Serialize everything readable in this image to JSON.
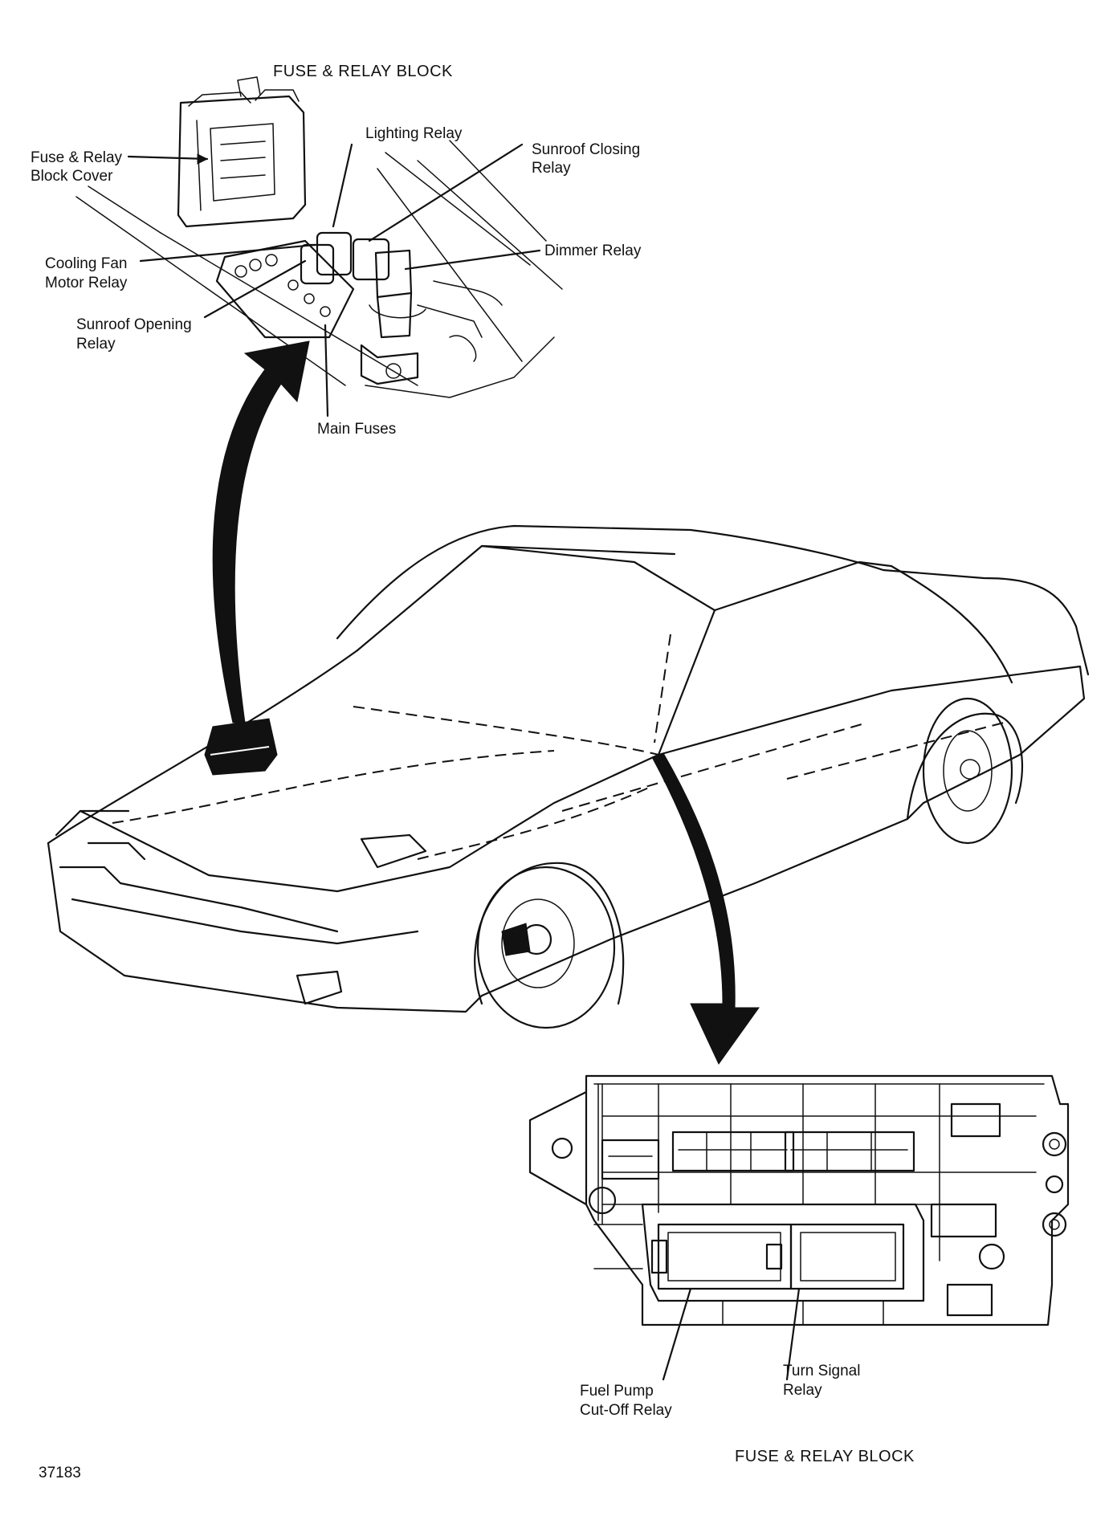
{
  "title_top": "FUSE & RELAY BLOCK",
  "title_bottom": "FUSE & RELAY BLOCK",
  "figure_number": "37183",
  "labels": {
    "fuse_relay_block_cover": [
      "Fuse & Relay",
      "Block Cover"
    ],
    "lighting_relay": [
      "Lighting Relay"
    ],
    "sunroof_closing_relay": [
      "Sunroof Closing",
      "Relay"
    ],
    "dimmer_relay": [
      "Dimmer Relay"
    ],
    "cooling_fan_motor_relay": [
      "Cooling Fan",
      "Motor Relay"
    ],
    "sunroof_opening_relay": [
      "Sunroof Opening",
      "Relay"
    ],
    "main_fuses": [
      "Main Fuses"
    ],
    "fuel_pump_cutoff_relay": [
      "Fuel Pump",
      "Cut-Off Relay"
    ],
    "turn_signal_relay": [
      "Turn Signal",
      "Relay"
    ]
  }
}
